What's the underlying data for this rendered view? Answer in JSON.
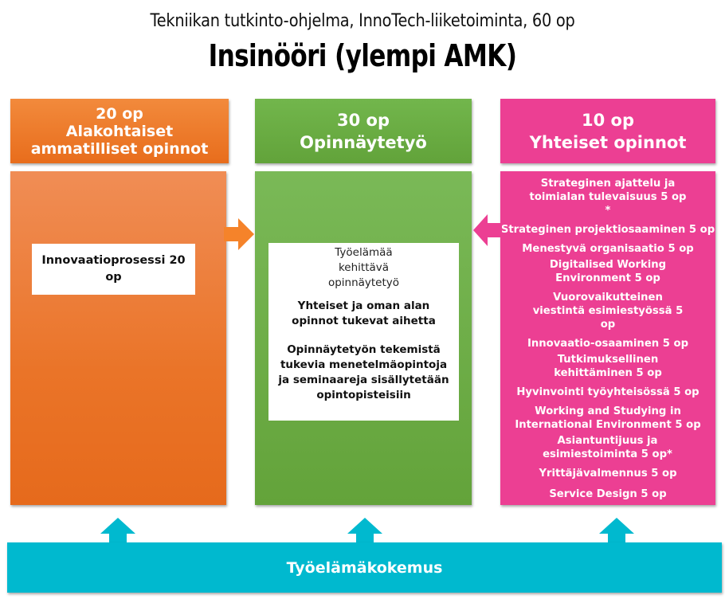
{
  "header": {
    "subtitle": "Tekniikan tutkinto-ohjelma, InnoTech-liiketoiminta, 60 op",
    "title": "Insinööri (ylempi AMK)"
  },
  "colors": {
    "orange": "#ea7428",
    "green": "#66a83e",
    "pink": "#ec3f93",
    "cyan": "#00b9cf"
  },
  "columns": [
    {
      "credits": "20 op",
      "title_line1": "Alakohtaiset",
      "title_line2": "ammatilliset opinnot",
      "content": "Innovaatioprosessi 20 op"
    },
    {
      "credits": "30 op",
      "title": "Opinnäytetyö",
      "content": {
        "line1": "Työelämää",
        "line2": "kehittävä",
        "line3": "opinnäytetyö",
        "para2": "Yhteiset ja oman alan opinnot tukevat aihetta",
        "para3": "Opinnäytetyön tekemistä tukevia menetelmäopintoja ja seminaareja sisällytetään opintopisteisiin"
      }
    },
    {
      "credits": "10 op",
      "title": "Yhteiset opinnot",
      "items": [
        "Strateginen ajattelu ja toimialan tulevaisuus 5 op *",
        "Strateginen projektiosaaminen 5 op",
        "Menestyvä organisaatio 5 op",
        "Digitalised Working Environment 5 op",
        "Vuorovaikutteinen viestintä esimiestyössä 5 op",
        "Innovaatio-osaaminen 5 op",
        "Tutkimuksellinen kehittäminen 5 op",
        "Hyvinvointi työyhteisössä 5 op",
        "Working and Studying in International Environment 5 op",
        "Asiantuntijuus ja esimiestoiminta 5 op*",
        "Yrittäjävalmennus 5 op",
        "Service Design 5 op"
      ]
    }
  ],
  "foundation": {
    "label": "Työelämäkokemus"
  },
  "icons": {
    "arrow_right": "arrow-right-icon",
    "arrow_left": "arrow-left-icon",
    "arrow_up": "arrow-up-icon"
  }
}
